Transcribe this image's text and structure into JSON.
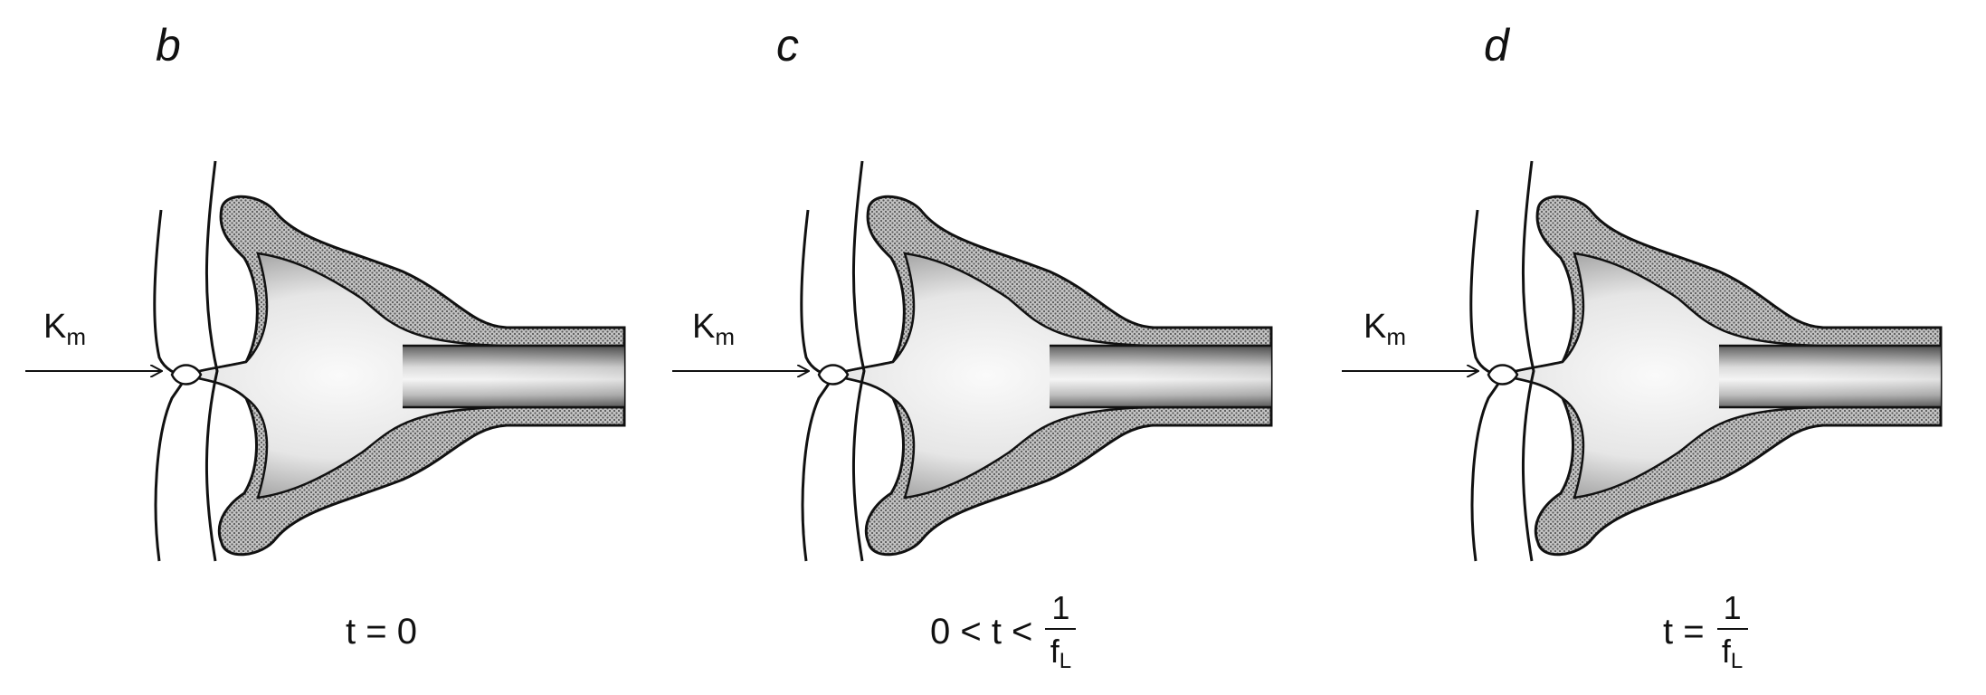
{
  "panels": [
    {
      "letter": "b",
      "km": "K",
      "km_sub": "m",
      "caption": "t = 0"
    },
    {
      "letter": "c",
      "km": "K",
      "km_sub": "m",
      "caption_prefix": "0 < t <",
      "frac_num": "1",
      "frac_den": "f",
      "frac_den_sub": "L"
    },
    {
      "letter": "d",
      "km": "K",
      "km_sub": "m",
      "caption_prefix": "t =",
      "frac_num": "1",
      "frac_den": "f",
      "frac_den_sub": "L"
    }
  ],
  "colors": {
    "hatch": "#8c8c8c",
    "outline": "#111111",
    "lumen_light": "#f4f4f4",
    "lumen_dark": "#3a3a3a"
  }
}
